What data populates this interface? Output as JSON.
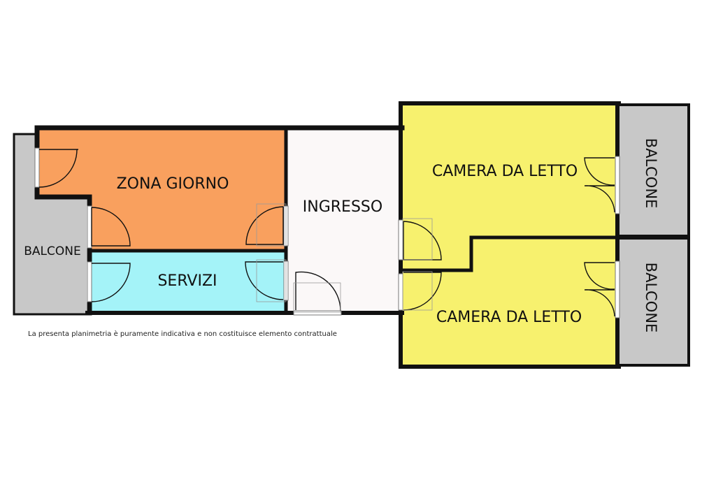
{
  "rooms": {
    "zona_giorno": {
      "label": "ZONA GIORNO",
      "color": "#F9A05E"
    },
    "servizi": {
      "label": "SERVIZI",
      "color": "#A4F3F8"
    },
    "ingresso": {
      "label": "INGRESSO",
      "color": "#FBF8F8"
    },
    "camera_1": {
      "label": "CAMERA DA LETTO",
      "color": "#F7F16E"
    },
    "camera_2": {
      "label": "CAMERA DA LETTO",
      "color": "#F7F16E"
    },
    "balcone_left": {
      "label": "BALCONE",
      "color": "#C8C8C8"
    },
    "balcone_right_top": {
      "label": "BALCONE",
      "color": "#C8C8C8"
    },
    "balcone_right_bottom": {
      "label": "BALCONE",
      "color": "#C8C8C8"
    }
  },
  "wall_color": "#111111",
  "disclaimer": "La presenta planimetria è puramente indicativa e non costituisce elemento contrattuale"
}
